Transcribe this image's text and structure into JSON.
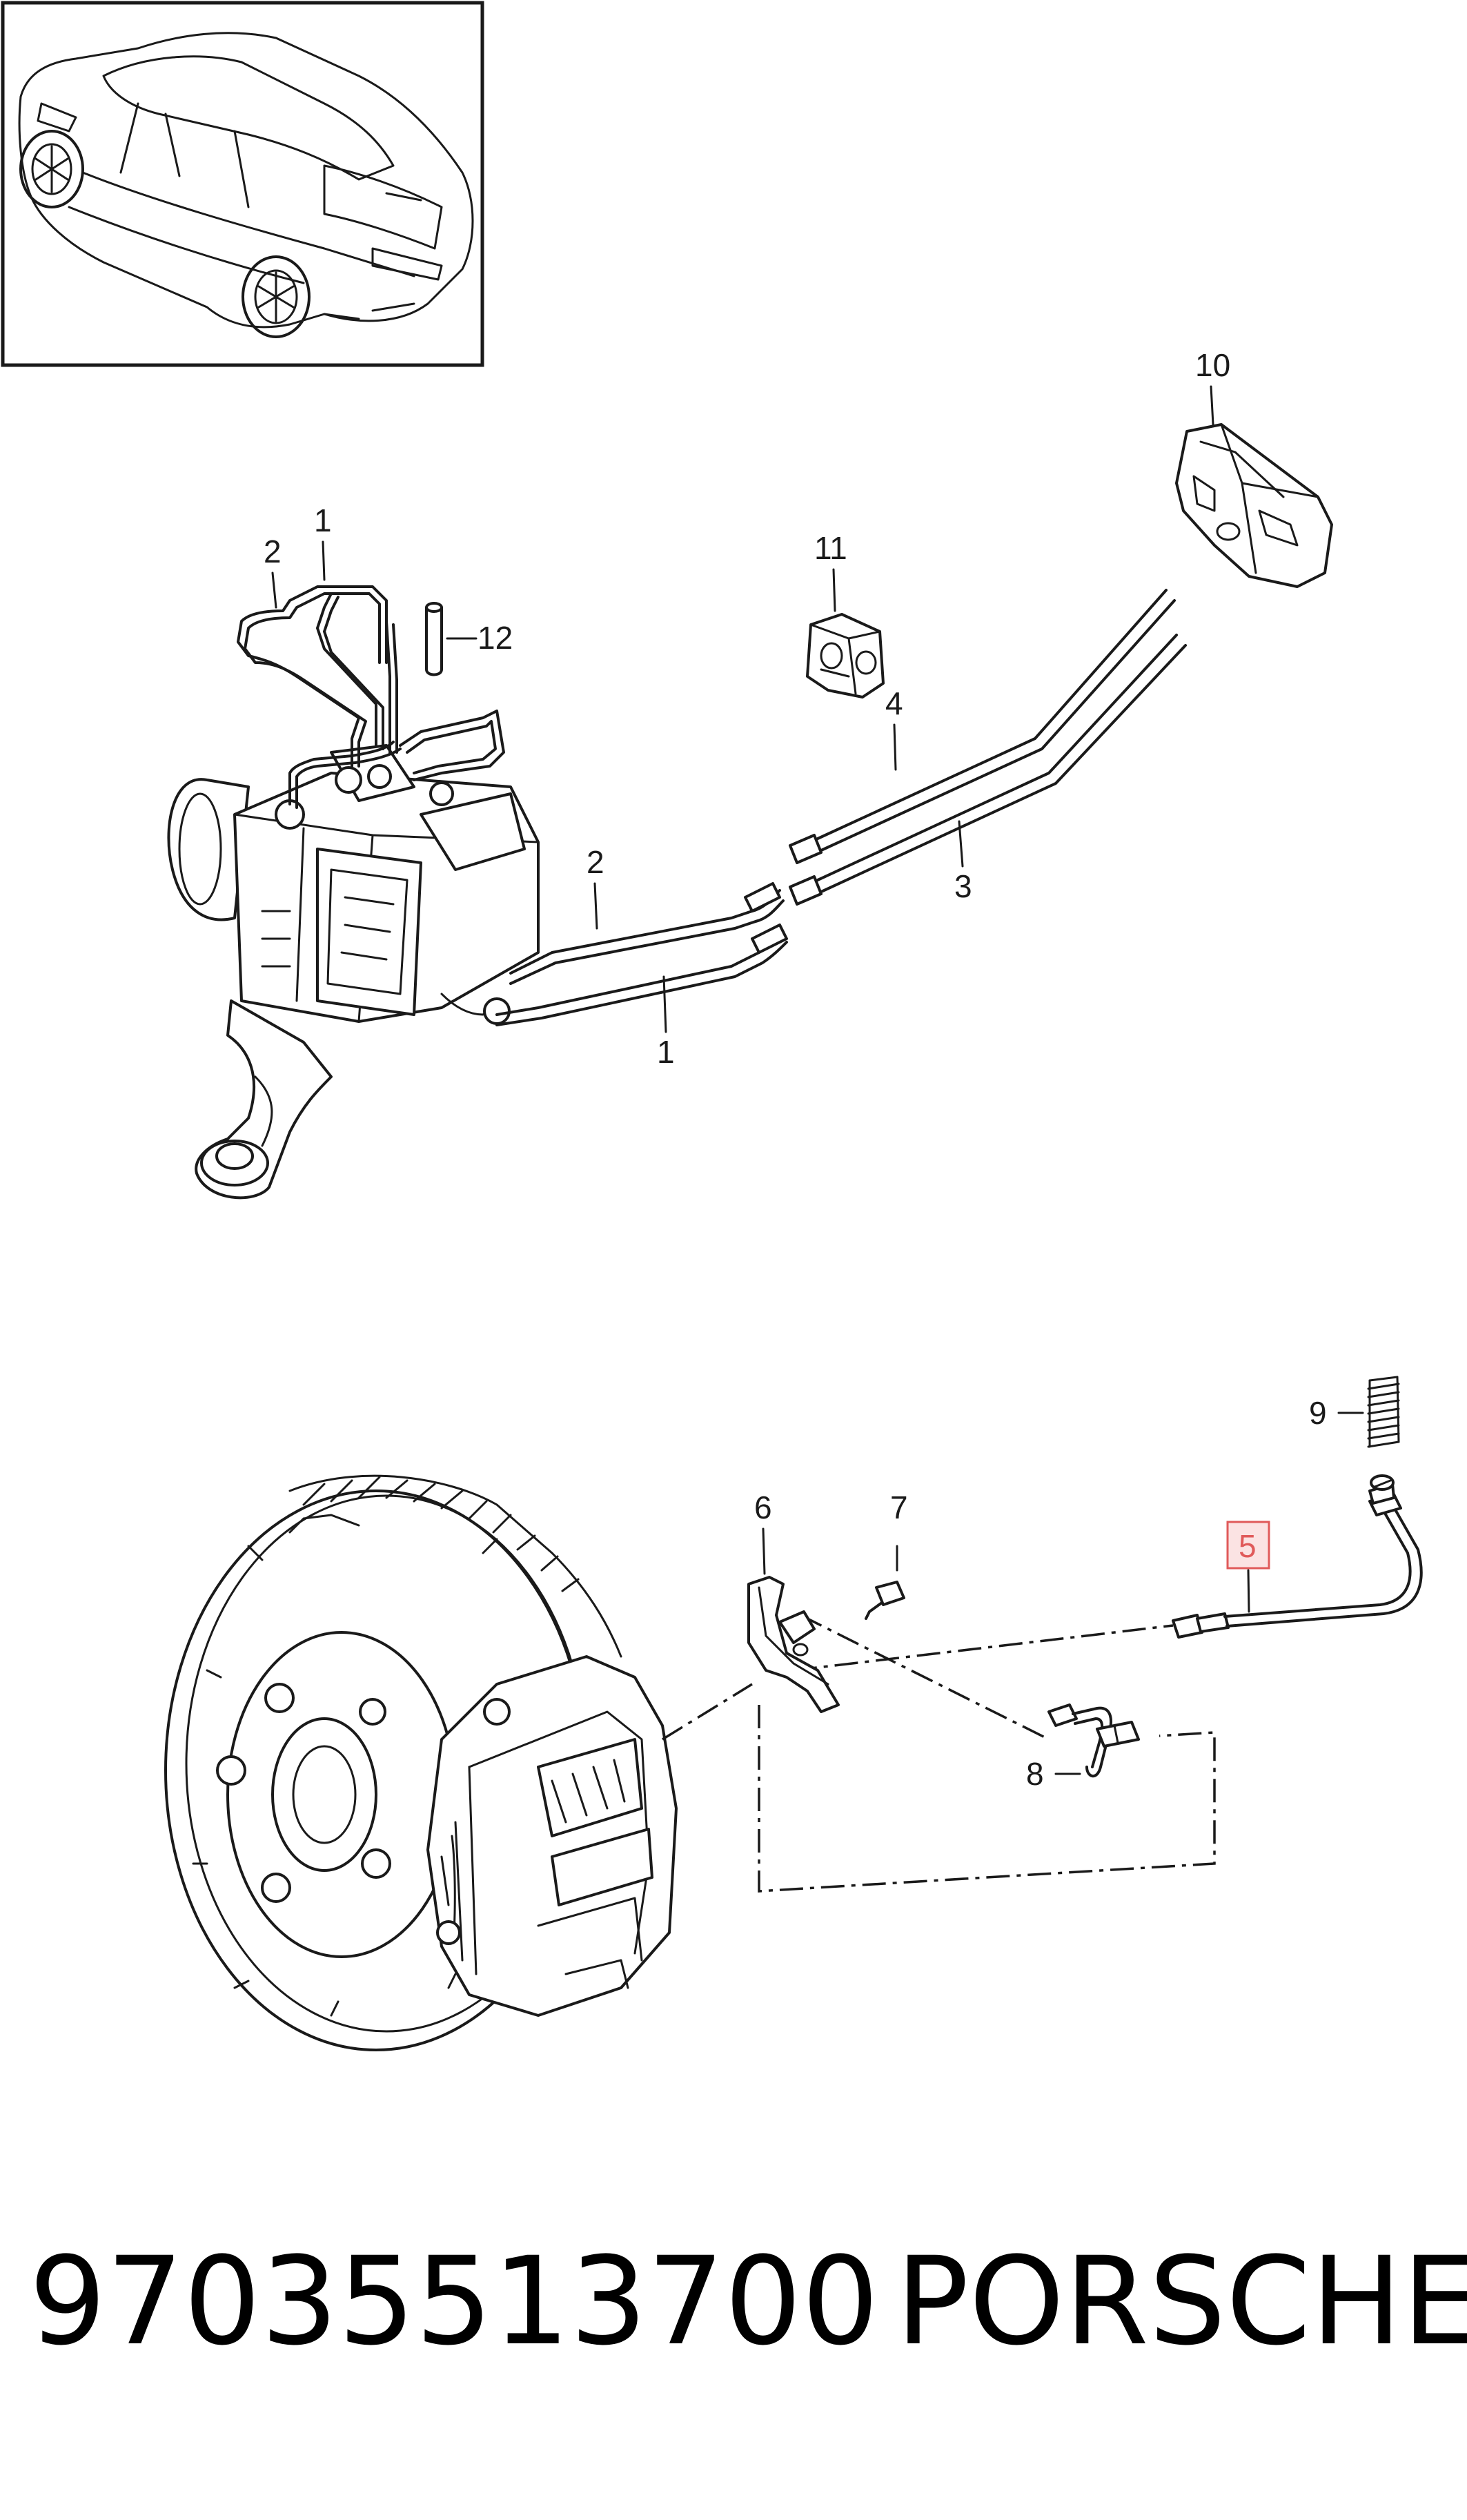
{
  "diagram": {
    "callouts": {
      "abs_pipe_1_upper": "1",
      "abs_pipe_2_upper": "2",
      "plug_12": "12",
      "clip_11": "11",
      "bracket_10": "10",
      "pipe_4": "4",
      "pipe_3": "3",
      "abs_pipe_2_lower": "2",
      "abs_pipe_1_lower": "1",
      "spring_9": "9",
      "holder_6": "6",
      "bolt_7": "7",
      "hose_5": "5",
      "sensor_8": "8"
    },
    "highlight_color": "#e05a5a",
    "highlight_fill": "#fbe3e3"
  },
  "footer": {
    "part_number": "97035513700",
    "brand": "PORSCHE"
  }
}
